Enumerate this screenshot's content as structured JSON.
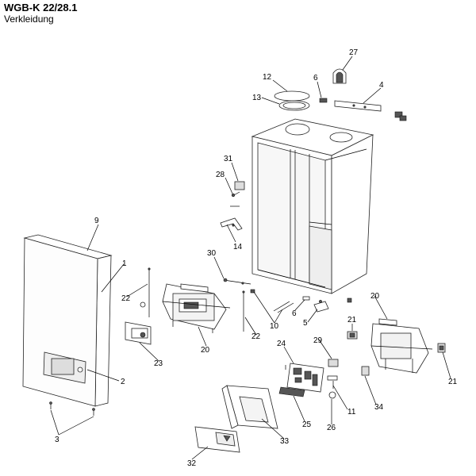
{
  "header": {
    "title": "WGB-K 22/28.1",
    "subtitle": "Verkleidung"
  },
  "callouts": [
    {
      "id": "c27",
      "text": "27"
    },
    {
      "id": "c12",
      "text": "12"
    },
    {
      "id": "c6a",
      "text": "6"
    },
    {
      "id": "c4",
      "text": "4"
    },
    {
      "id": "c13",
      "text": "13"
    },
    {
      "id": "c31",
      "text": "31"
    },
    {
      "id": "c28",
      "text": "28"
    },
    {
      "id": "c14",
      "text": "14"
    },
    {
      "id": "c9",
      "text": "9"
    },
    {
      "id": "c1",
      "text": "1"
    },
    {
      "id": "c30",
      "text": "30"
    },
    {
      "id": "c22a",
      "text": "22"
    },
    {
      "id": "c22b",
      "text": "22"
    },
    {
      "id": "c20a",
      "text": "20"
    },
    {
      "id": "c20b",
      "text": "20"
    },
    {
      "id": "c10",
      "text": "10"
    },
    {
      "id": "c6b",
      "text": "6"
    },
    {
      "id": "c5",
      "text": "5"
    },
    {
      "id": "c21a",
      "text": "21"
    },
    {
      "id": "c21b",
      "text": "21"
    },
    {
      "id": "c23",
      "text": "23"
    },
    {
      "id": "c24",
      "text": "24"
    },
    {
      "id": "c29",
      "text": "29"
    },
    {
      "id": "c2",
      "text": "2"
    },
    {
      "id": "c11",
      "text": "11"
    },
    {
      "id": "c34",
      "text": "34"
    },
    {
      "id": "c3",
      "text": "3"
    },
    {
      "id": "c25",
      "text": "25"
    },
    {
      "id": "c26",
      "text": "26"
    },
    {
      "id": "c33",
      "text": "33"
    },
    {
      "id": "c32",
      "text": "32"
    }
  ]
}
